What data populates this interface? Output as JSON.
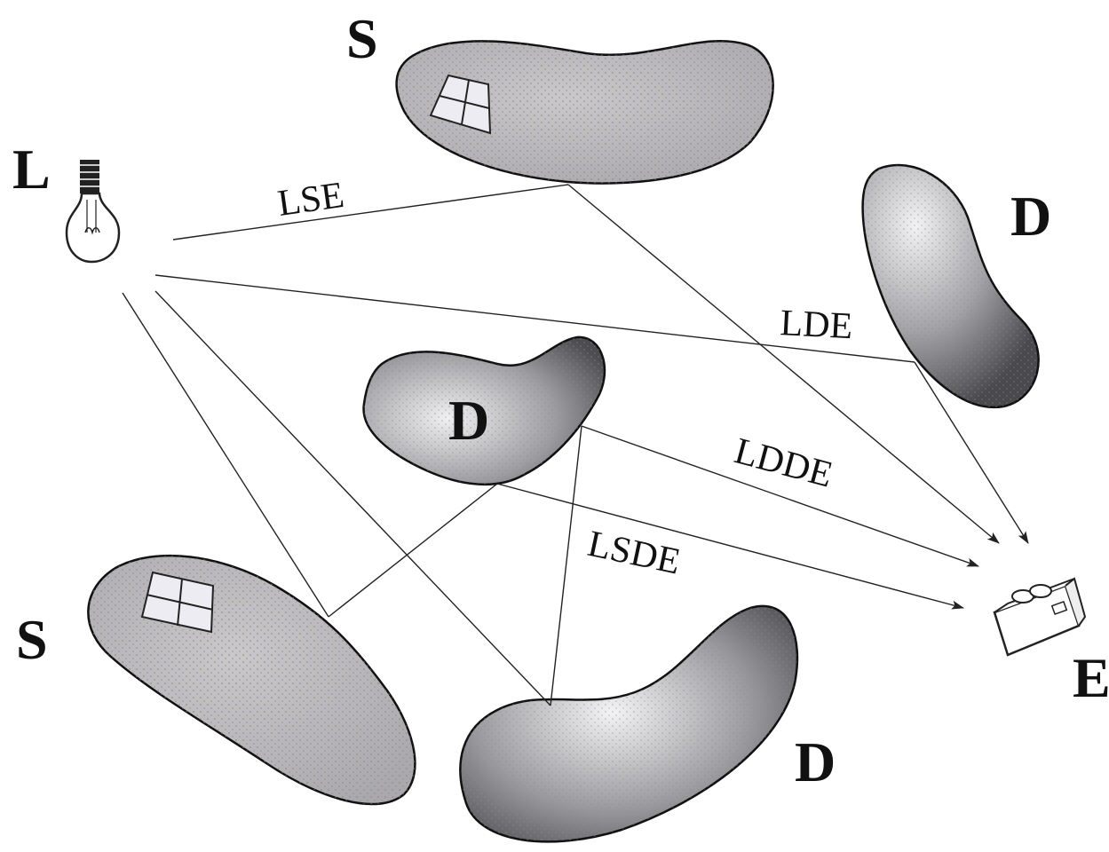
{
  "labels": {
    "light": "L",
    "specular_top": "S",
    "specular_bottom": "S",
    "diffuse_right": "D",
    "diffuse_center": "D",
    "diffuse_bottom": "D",
    "eye": "E"
  },
  "paths": {
    "lse": "LSE",
    "lde": "LDE",
    "ldde": "LDDE",
    "lsde": "LSDE"
  }
}
